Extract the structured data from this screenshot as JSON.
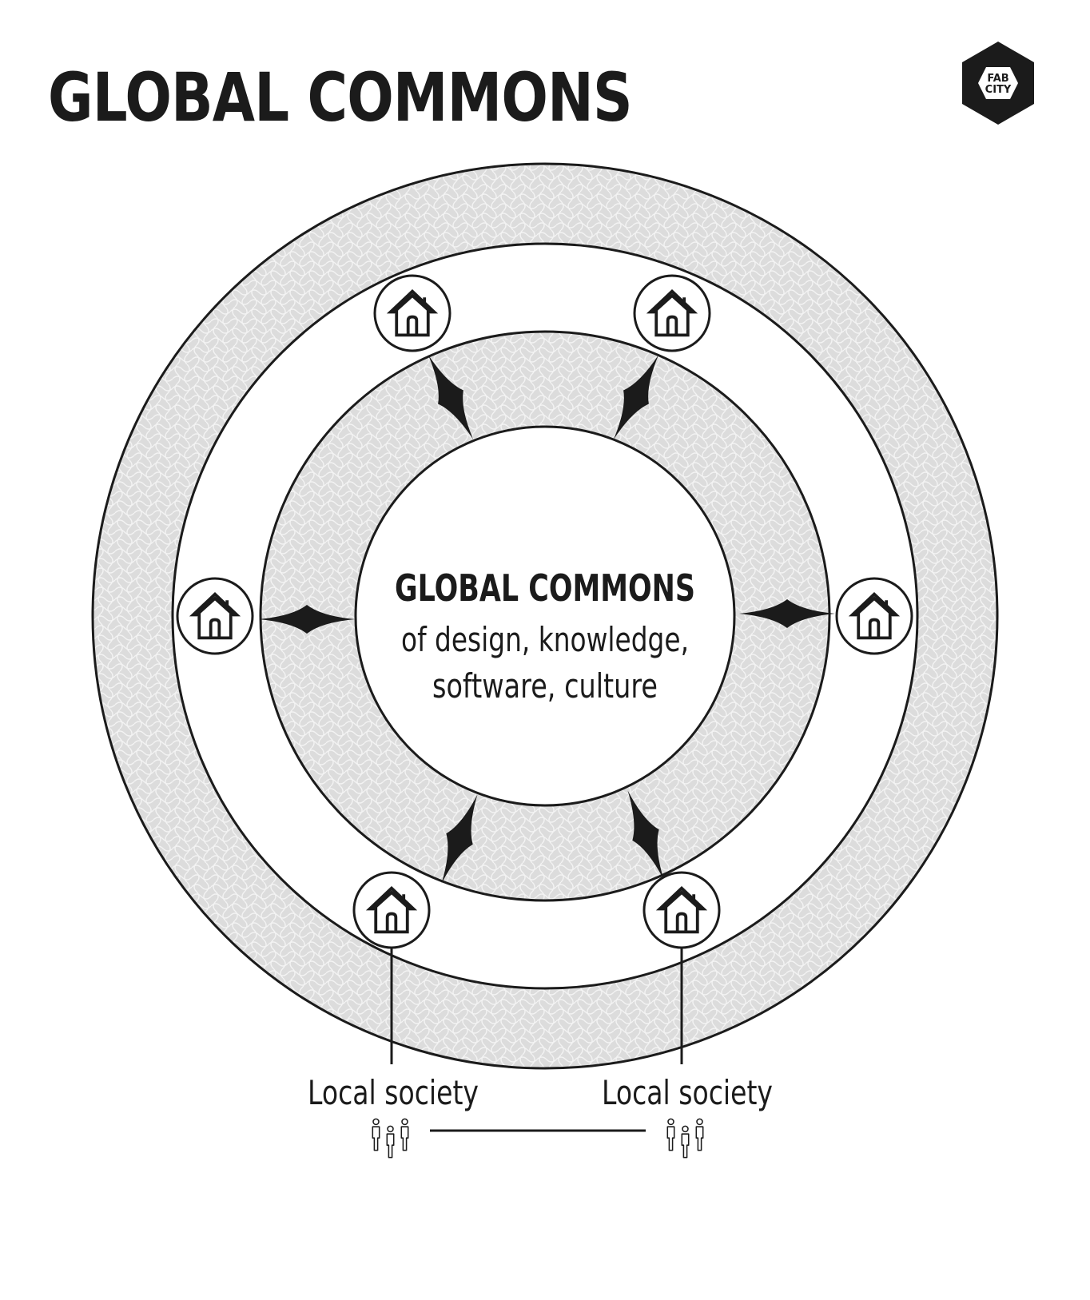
{
  "title": "GLOBAL COMMONS",
  "logo": {
    "line1": "FAB",
    "line2": "CITY"
  },
  "center": {
    "heading": "GLOBAL COMMONS",
    "line1": "of design, knowledge,",
    "line2": "software, culture"
  },
  "societies": [
    {
      "label": "Local society"
    },
    {
      "label": "Local society"
    }
  ],
  "icons": {
    "house": "house-icon",
    "people": "people-group-icon",
    "arrow": "inward-arrow-icon",
    "logo": "fab-city-hexagon-icon"
  },
  "colors": {
    "ring_fill": "#d9d9d9",
    "stroke": "#1b1b1b",
    "background": "#ffffff"
  }
}
